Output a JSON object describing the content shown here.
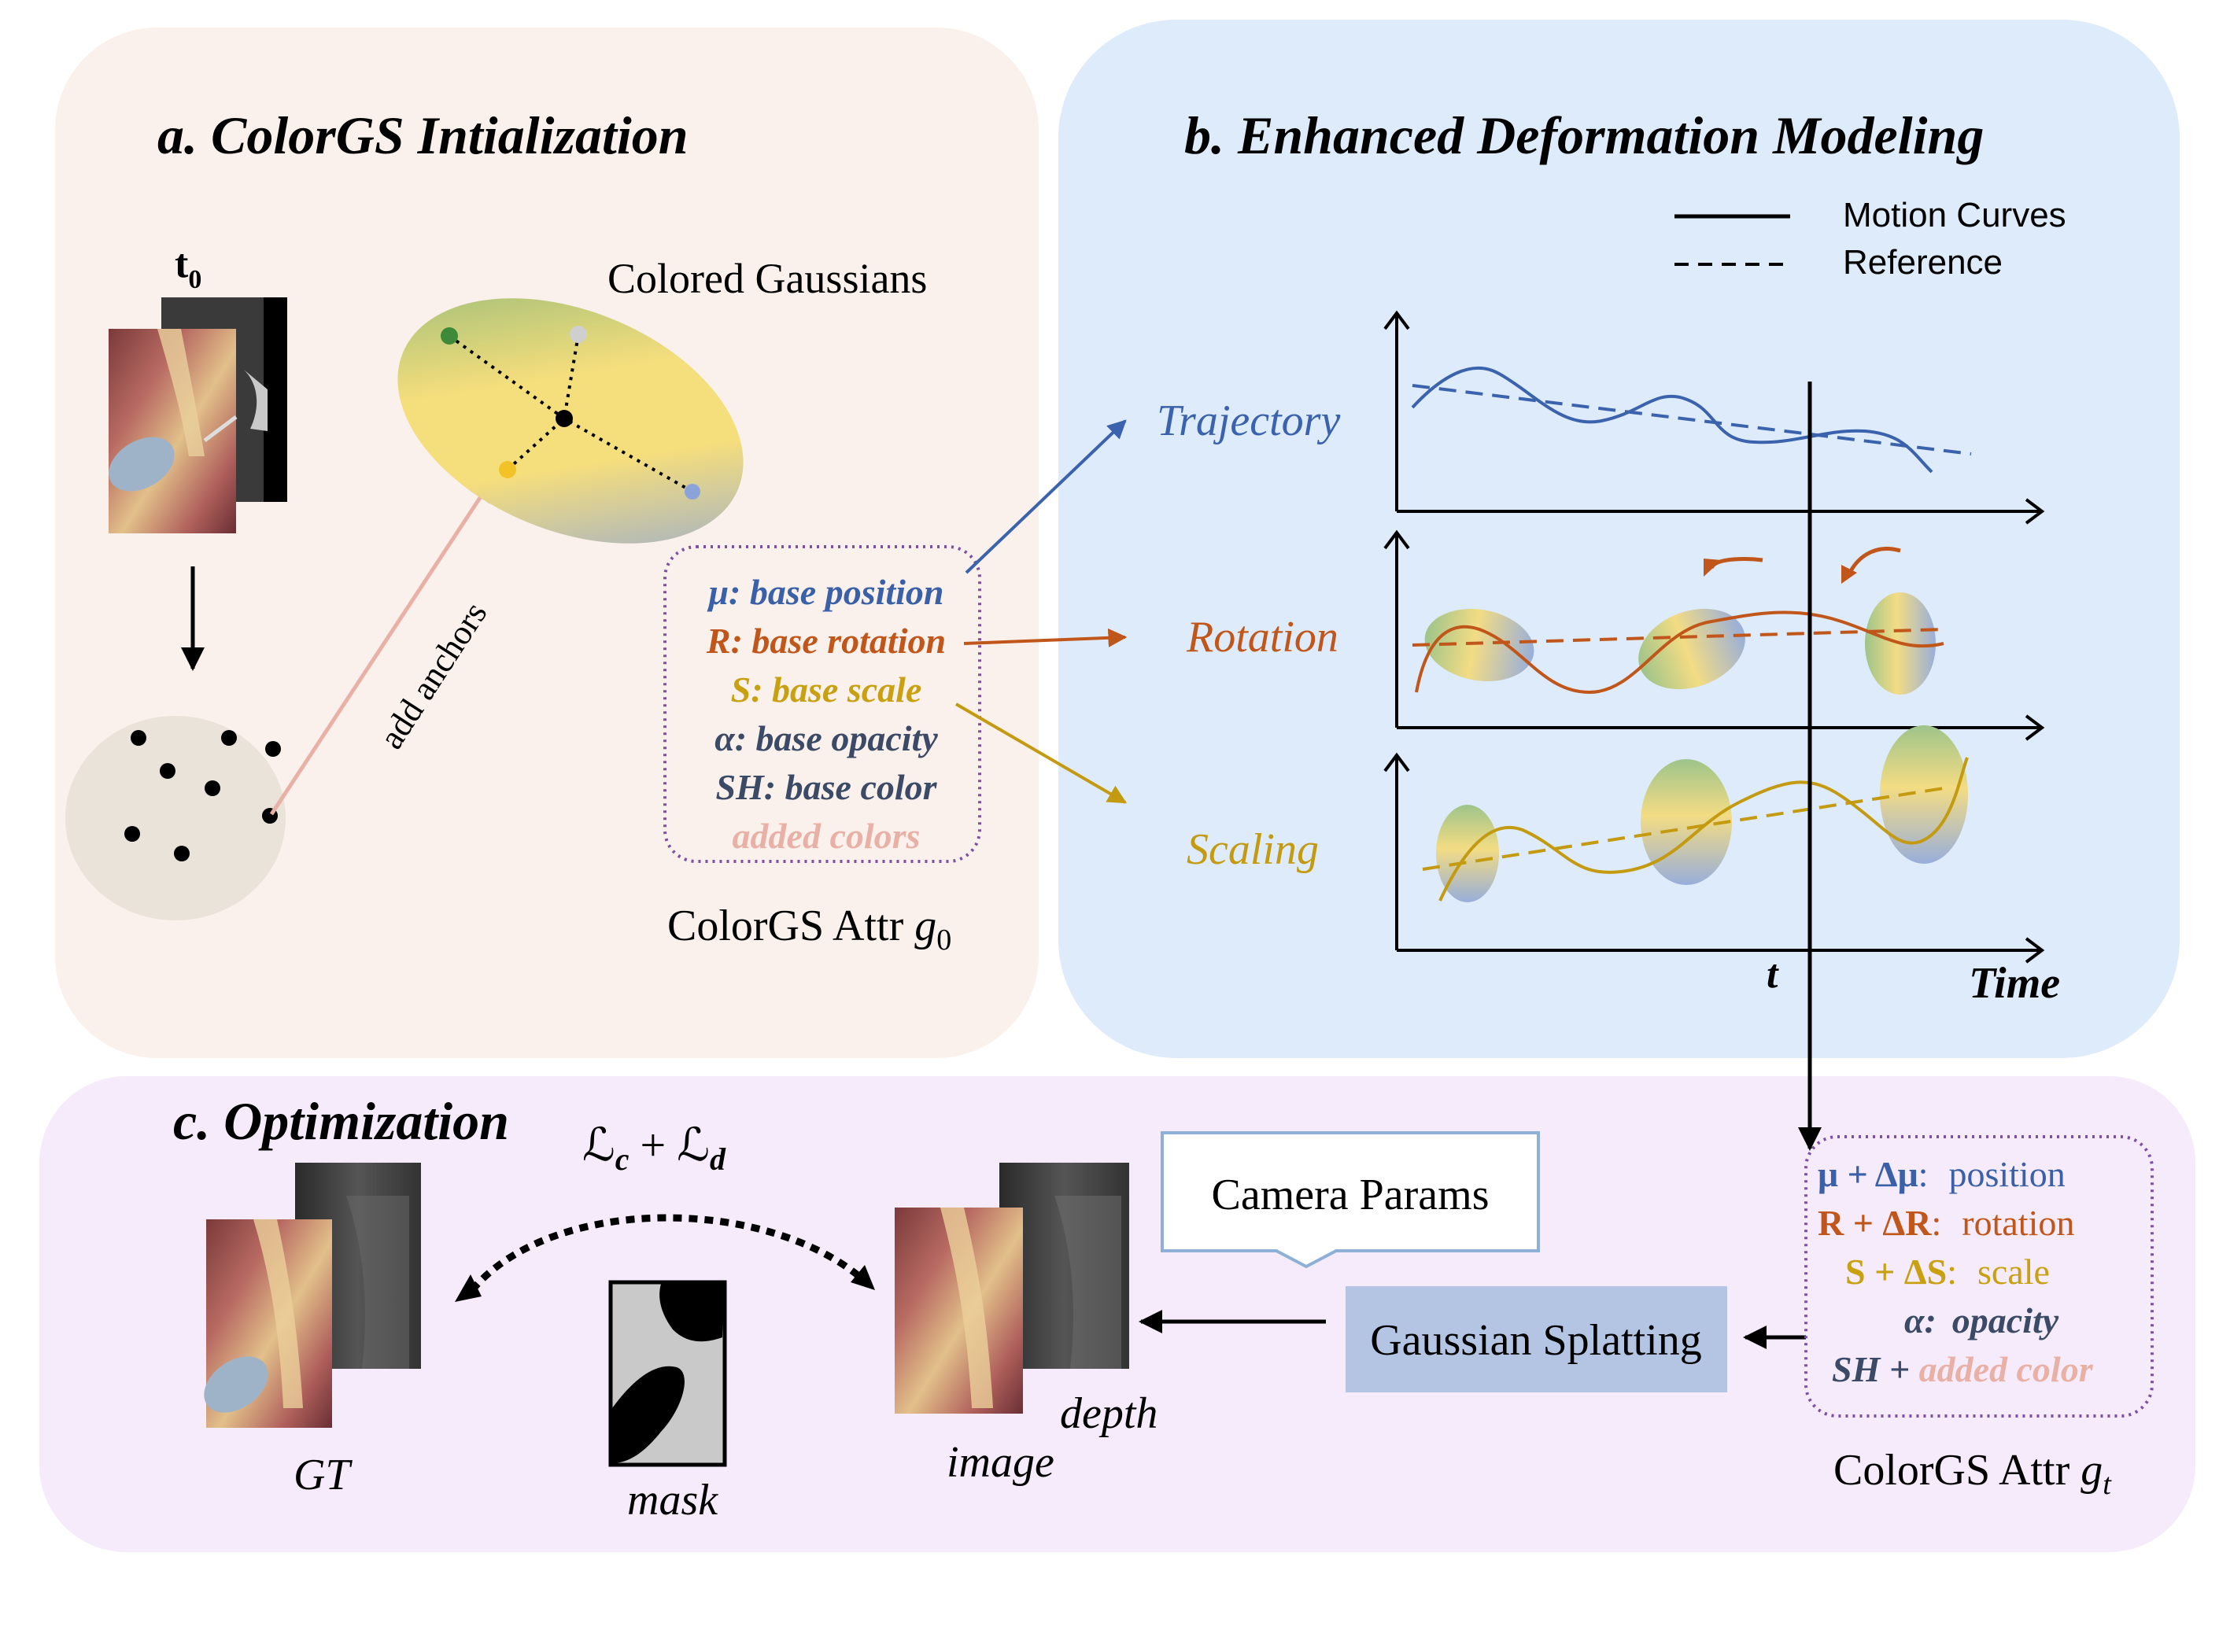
{
  "panel_a": {
    "title": "a. ColorGS Intialization",
    "t0_label": "t",
    "t0_sub": "0",
    "add_anchors": "add anchors",
    "colored_gaussians": "Colored Gaussians",
    "attrs": [
      {
        "text": "μ: base position",
        "color": "#3a60a8"
      },
      {
        "text": "R: base rotation",
        "color": "#c0561a"
      },
      {
        "text": "S: base scale",
        "color": "#c8a010"
      },
      {
        "text": "α: base opacity",
        "color": "#3b4a66"
      },
      {
        "text": "SH: base color",
        "color": "#3b4a66"
      },
      {
        "text": "added colors",
        "color": "#e9b0a6"
      }
    ],
    "attr_label_main": "ColorGS Attr ",
    "attr_label_sym": "g",
    "attr_label_sub": "0"
  },
  "panel_b": {
    "title": "b. Enhanced Deformation Modeling",
    "legend": [
      {
        "label": "Motion Curves",
        "style": "solid"
      },
      {
        "label": "Reference",
        "style": "dashed"
      }
    ],
    "rows": [
      {
        "name": "Trajectory",
        "color": "#3a62ad"
      },
      {
        "name": "Rotation",
        "color": "#c0561a"
      },
      {
        "name": "Scaling",
        "color": "#c39a10"
      }
    ],
    "t_label": "t",
    "time_label": "Time"
  },
  "panel_c": {
    "title": "c. Optimization",
    "loss_c": "c",
    "loss_d": "d",
    "loss_script": "ℒ",
    "loss_plus": "+",
    "camera_params": "Camera Params",
    "gaussian_splatting": "Gaussian Splatting",
    "gt_label": "GT",
    "mask_label": "mask",
    "image_label": "image",
    "depth_label": "depth",
    "attrs_t": [
      {
        "math": "μ + Δμ",
        "sep": ":",
        "word": "position",
        "color": "#3a60a8"
      },
      {
        "math": "R + ΔR",
        "sep": ":",
        "word": "rotation",
        "color": "#c0561a"
      },
      {
        "math": "S + ΔS",
        "sep": ":",
        "word": "scale",
        "color": "#c8a010"
      },
      {
        "math": "α",
        "sep": ":",
        "word": "opacity",
        "color": "#3b4a66"
      }
    ],
    "sh_prefix": "SH + ",
    "sh_added": "added color",
    "attr_label_main": "ColorGS Attr ",
    "attr_label_sym": "g",
    "attr_label_sub": "t"
  },
  "colors": {
    "panel_a_bg": "#faf1ec",
    "panel_b_bg": "#deebfa",
    "panel_c_bg": "#f5ebfa",
    "dotted_box": "#7d4fa5",
    "splat_box": "#b3c5e3",
    "camera_box_border": "#8fb0d6",
    "anchor_arrow": "#e9b0a6"
  }
}
